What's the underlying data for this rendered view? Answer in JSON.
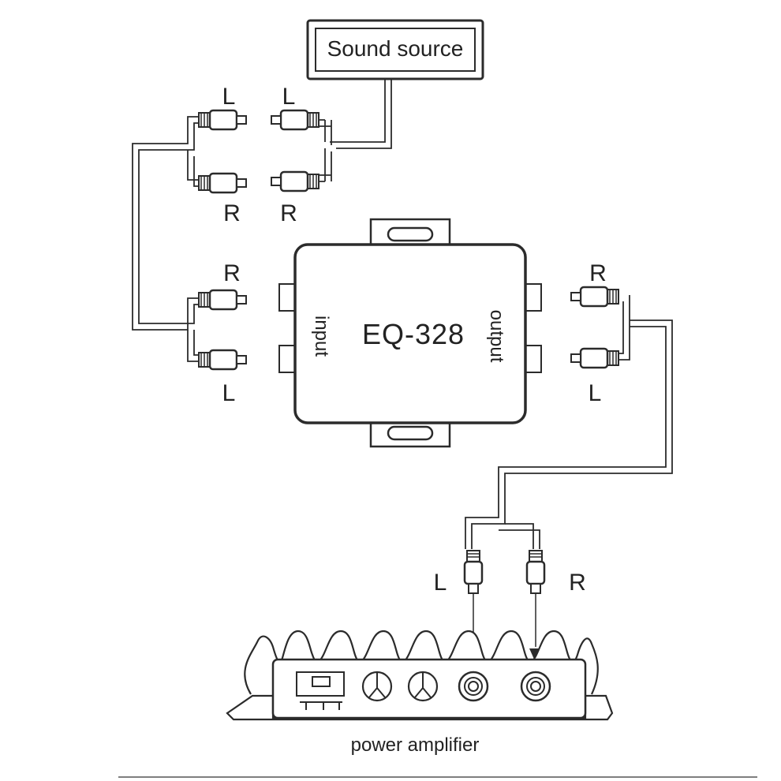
{
  "source": {
    "label": "Sound source"
  },
  "device": {
    "model": "EQ-328",
    "input_label": "input",
    "output_label": "output"
  },
  "amplifier": {
    "label": "power amplifier"
  },
  "channels": {
    "source_top_left": "L",
    "source_top_right": "L",
    "source_bottom_left": "R",
    "source_bottom_right": "R",
    "input_top": "R",
    "input_bottom": "L",
    "output_top": "R",
    "output_bottom": "L",
    "amp_left": "L",
    "amp_right": "R"
  }
}
